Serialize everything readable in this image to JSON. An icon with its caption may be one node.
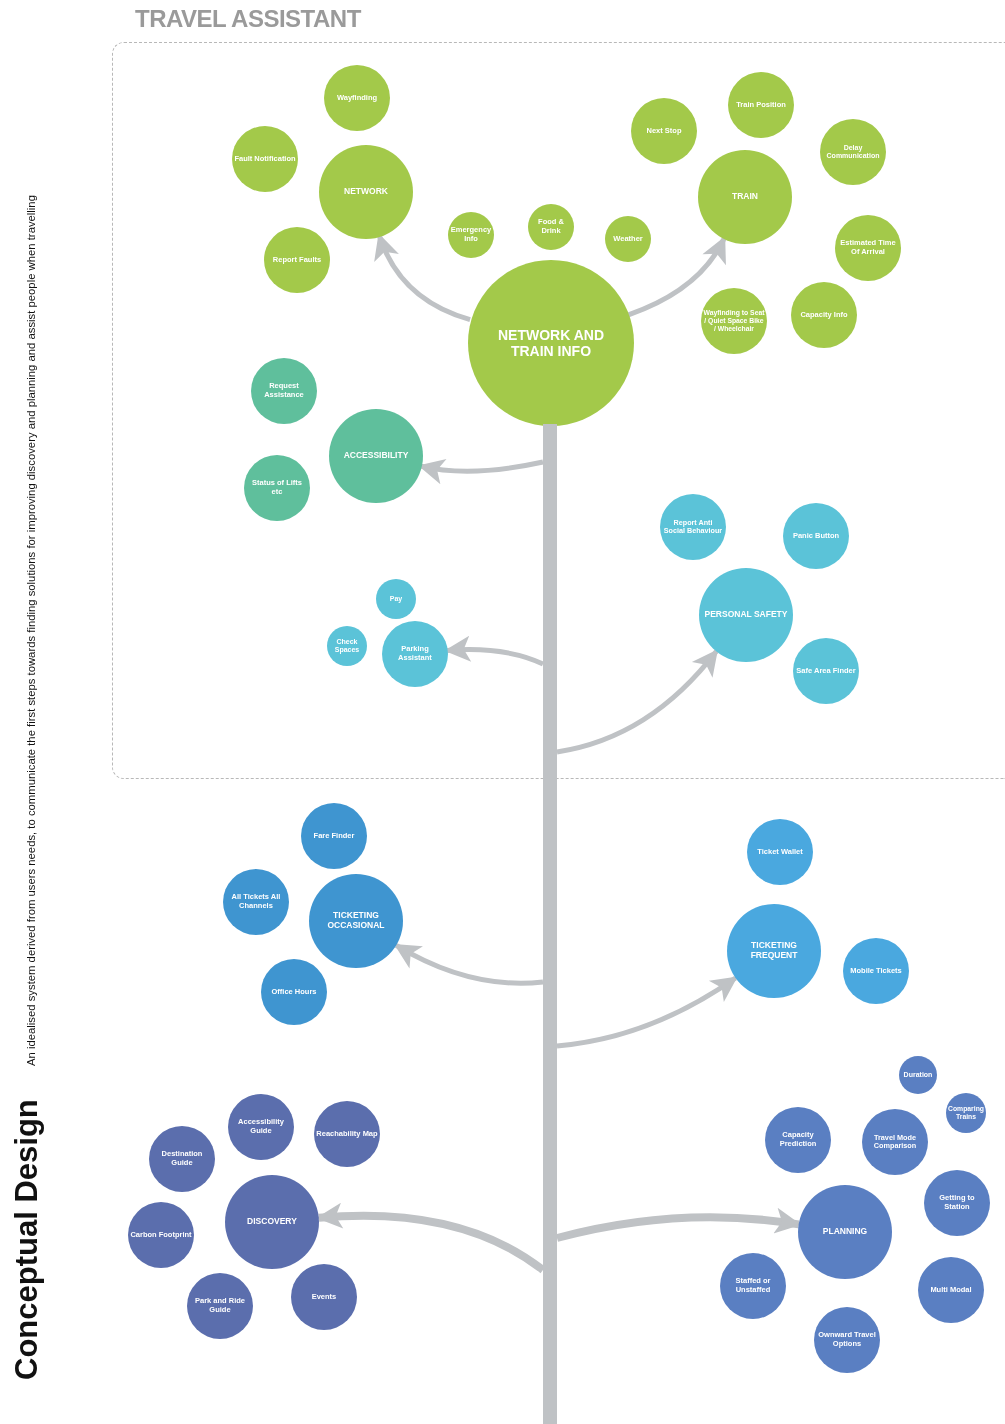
{
  "diagram": {
    "title": "Conceptual Design",
    "caption": "An idealised system derived from users needs, to communicate the first steps towards finding solutions for improving discovery and planning and assist people when travelling",
    "nodes": [
      {
        "text": [
          "TRAVEL ASSISTANT"
        ]
      },
      {
        "text": [
          "NETWORK AND TRAIN INFO"
        ],
        "in": 0
      },
      {
        "text": [
          "NETWORK"
        ],
        "in": 0
      },
      {
        "text": [
          "Wayfinding"
        ],
        "in": 0
      },
      {
        "text": [
          "Fault Notification"
        ],
        "in": 0
      },
      {
        "text": [
          "Report Faults"
        ],
        "in": 0
      },
      {
        "text": [
          "Emergency Info"
        ],
        "in": 0
      },
      {
        "text": [
          "Food & Drink"
        ],
        "in": 0
      },
      {
        "text": [
          "Weather"
        ],
        "in": 0
      },
      {
        "text": [
          "TRAIN"
        ],
        "in": 0
      },
      {
        "text": [
          "Next Stop"
        ],
        "in": 0
      },
      {
        "text": [
          "Train Position"
        ],
        "in": 0
      },
      {
        "text": [
          "Delay Communication"
        ],
        "in": 0
      },
      {
        "text": [
          "Estimated Time Of Arrival"
        ],
        "in": 0
      },
      {
        "text": [
          "Capacity Info"
        ],
        "in": 0
      },
      {
        "text": [
          "Wayfinding to Seat / Quiet Space Bike / Wheelchair"
        ],
        "in": 0
      },
      {
        "text": [
          "ACCESSIBILITY"
        ],
        "in": 0
      },
      {
        "text": [
          "Request Assistance"
        ],
        "in": 0
      },
      {
        "text": [
          "Status of Lifts etc"
        ],
        "in": 0
      },
      {
        "text": [
          "PERSONAL SAFETY"
        ],
        "in": 0
      },
      {
        "text": [
          "Report Anti Social Behaviour"
        ],
        "in": 0
      },
      {
        "text": [
          "Panic Button"
        ],
        "in": 0
      },
      {
        "text": [
          "Safe Area Finder"
        ],
        "in": 0
      },
      {
        "text": [
          "Parking Assistant"
        ],
        "in": 0
      },
      {
        "text": [
          "Pay"
        ],
        "in": 0
      },
      {
        "text": [
          "Check Spaces"
        ],
        "in": 0
      },
      {
        "text": [
          "TICKETING OCCASIONAL"
        ]
      },
      {
        "text": [
          "Fare Finder"
        ]
      },
      {
        "text": [
          "All Tickets All Channels"
        ]
      },
      {
        "text": [
          "Office Hours"
        ]
      },
      {
        "text": [
          "TICKETING FREQUENT"
        ]
      },
      {
        "text": [
          "Ticket Wallet"
        ]
      },
      {
        "text": [
          "Mobile Tickets"
        ]
      },
      {
        "text": [
          "DISCOVERY"
        ]
      },
      {
        "text": [
          "Accessibility Guide"
        ]
      },
      {
        "text": [
          "Reachability Map"
        ]
      },
      {
        "text": [
          "Destination Guide"
        ]
      },
      {
        "text": [
          "Carbon Footprint"
        ]
      },
      {
        "text": [
          "Park and Ride Guide"
        ]
      },
      {
        "text": [
          "Events"
        ]
      },
      {
        "text": [
          "PLANNING"
        ]
      },
      {
        "text": [
          "Capacity Prediction"
        ]
      },
      {
        "text": [
          "Duration"
        ]
      },
      {
        "text": [
          "Comparing Trains"
        ]
      },
      {
        "text": [
          "Travel Mode Comparison"
        ]
      },
      {
        "text": [
          "Getting to Station"
        ]
      },
      {
        "text": [
          "Multi Modal"
        ]
      },
      {
        "text": [
          "Staffed or Unstaffed"
        ]
      },
      {
        "text": [
          "Ownward Travel Options"
        ]
      },
      {
        "text": [],
        "shape": "bar"
      }
    ],
    "edges": [
      {
        "from": 1,
        "to": 2,
        "arrow": "to"
      },
      {
        "from": 1,
        "to": 9,
        "arrow": "to"
      },
      {
        "from": 49,
        "to": 16,
        "arrow": "to"
      },
      {
        "from": 49,
        "to": 23,
        "arrow": "to"
      },
      {
        "from": 49,
        "to": 19,
        "arrow": "to"
      },
      {
        "from": 49,
        "to": 26,
        "arrow": "to"
      },
      {
        "from": 49,
        "to": 30,
        "arrow": "to"
      },
      {
        "from": 49,
        "to": 33,
        "arrow": "to"
      },
      {
        "from": 49,
        "to": 40,
        "arrow": "to"
      }
    ]
  }
}
